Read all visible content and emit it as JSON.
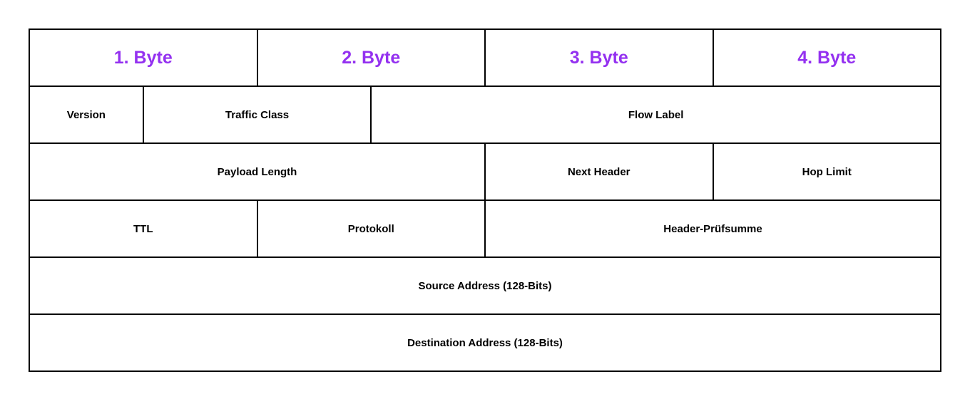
{
  "colors": {
    "byte_label": "#9431f0",
    "field_label": "#000000",
    "grid_line": "#000000",
    "cell_background": "#ffffff",
    "page_background": "#ffffff"
  },
  "byte_header_row": {
    "cells": [
      {
        "label": "1. Byte",
        "bits": 8
      },
      {
        "label": "2. Byte",
        "bits": 8
      },
      {
        "label": "3. Byte",
        "bits": 8
      },
      {
        "label": "4. Byte",
        "bits": 8
      }
    ]
  },
  "field_rows": [
    {
      "cells": [
        {
          "label": "Version",
          "bits": 4
        },
        {
          "label": "Traffic Class",
          "bits": 8
        },
        {
          "label": "Flow Label",
          "bits": 20
        }
      ]
    },
    {
      "cells": [
        {
          "label": "Payload Length",
          "bits": 16
        },
        {
          "label": "Next Header",
          "bits": 8
        },
        {
          "label": "Hop Limit",
          "bits": 8
        }
      ]
    },
    {
      "cells": [
        {
          "label": "TTL",
          "bits": 8
        },
        {
          "label": "Protokoll",
          "bits": 8
        },
        {
          "label": "Header-Prüfsumme",
          "bits": 16
        }
      ]
    },
    {
      "cells": [
        {
          "label": "Source Address (128-Bits)",
          "bits": 32
        }
      ]
    },
    {
      "cells": [
        {
          "label": "Destination Address (128-Bits)",
          "bits": 32
        }
      ]
    }
  ]
}
